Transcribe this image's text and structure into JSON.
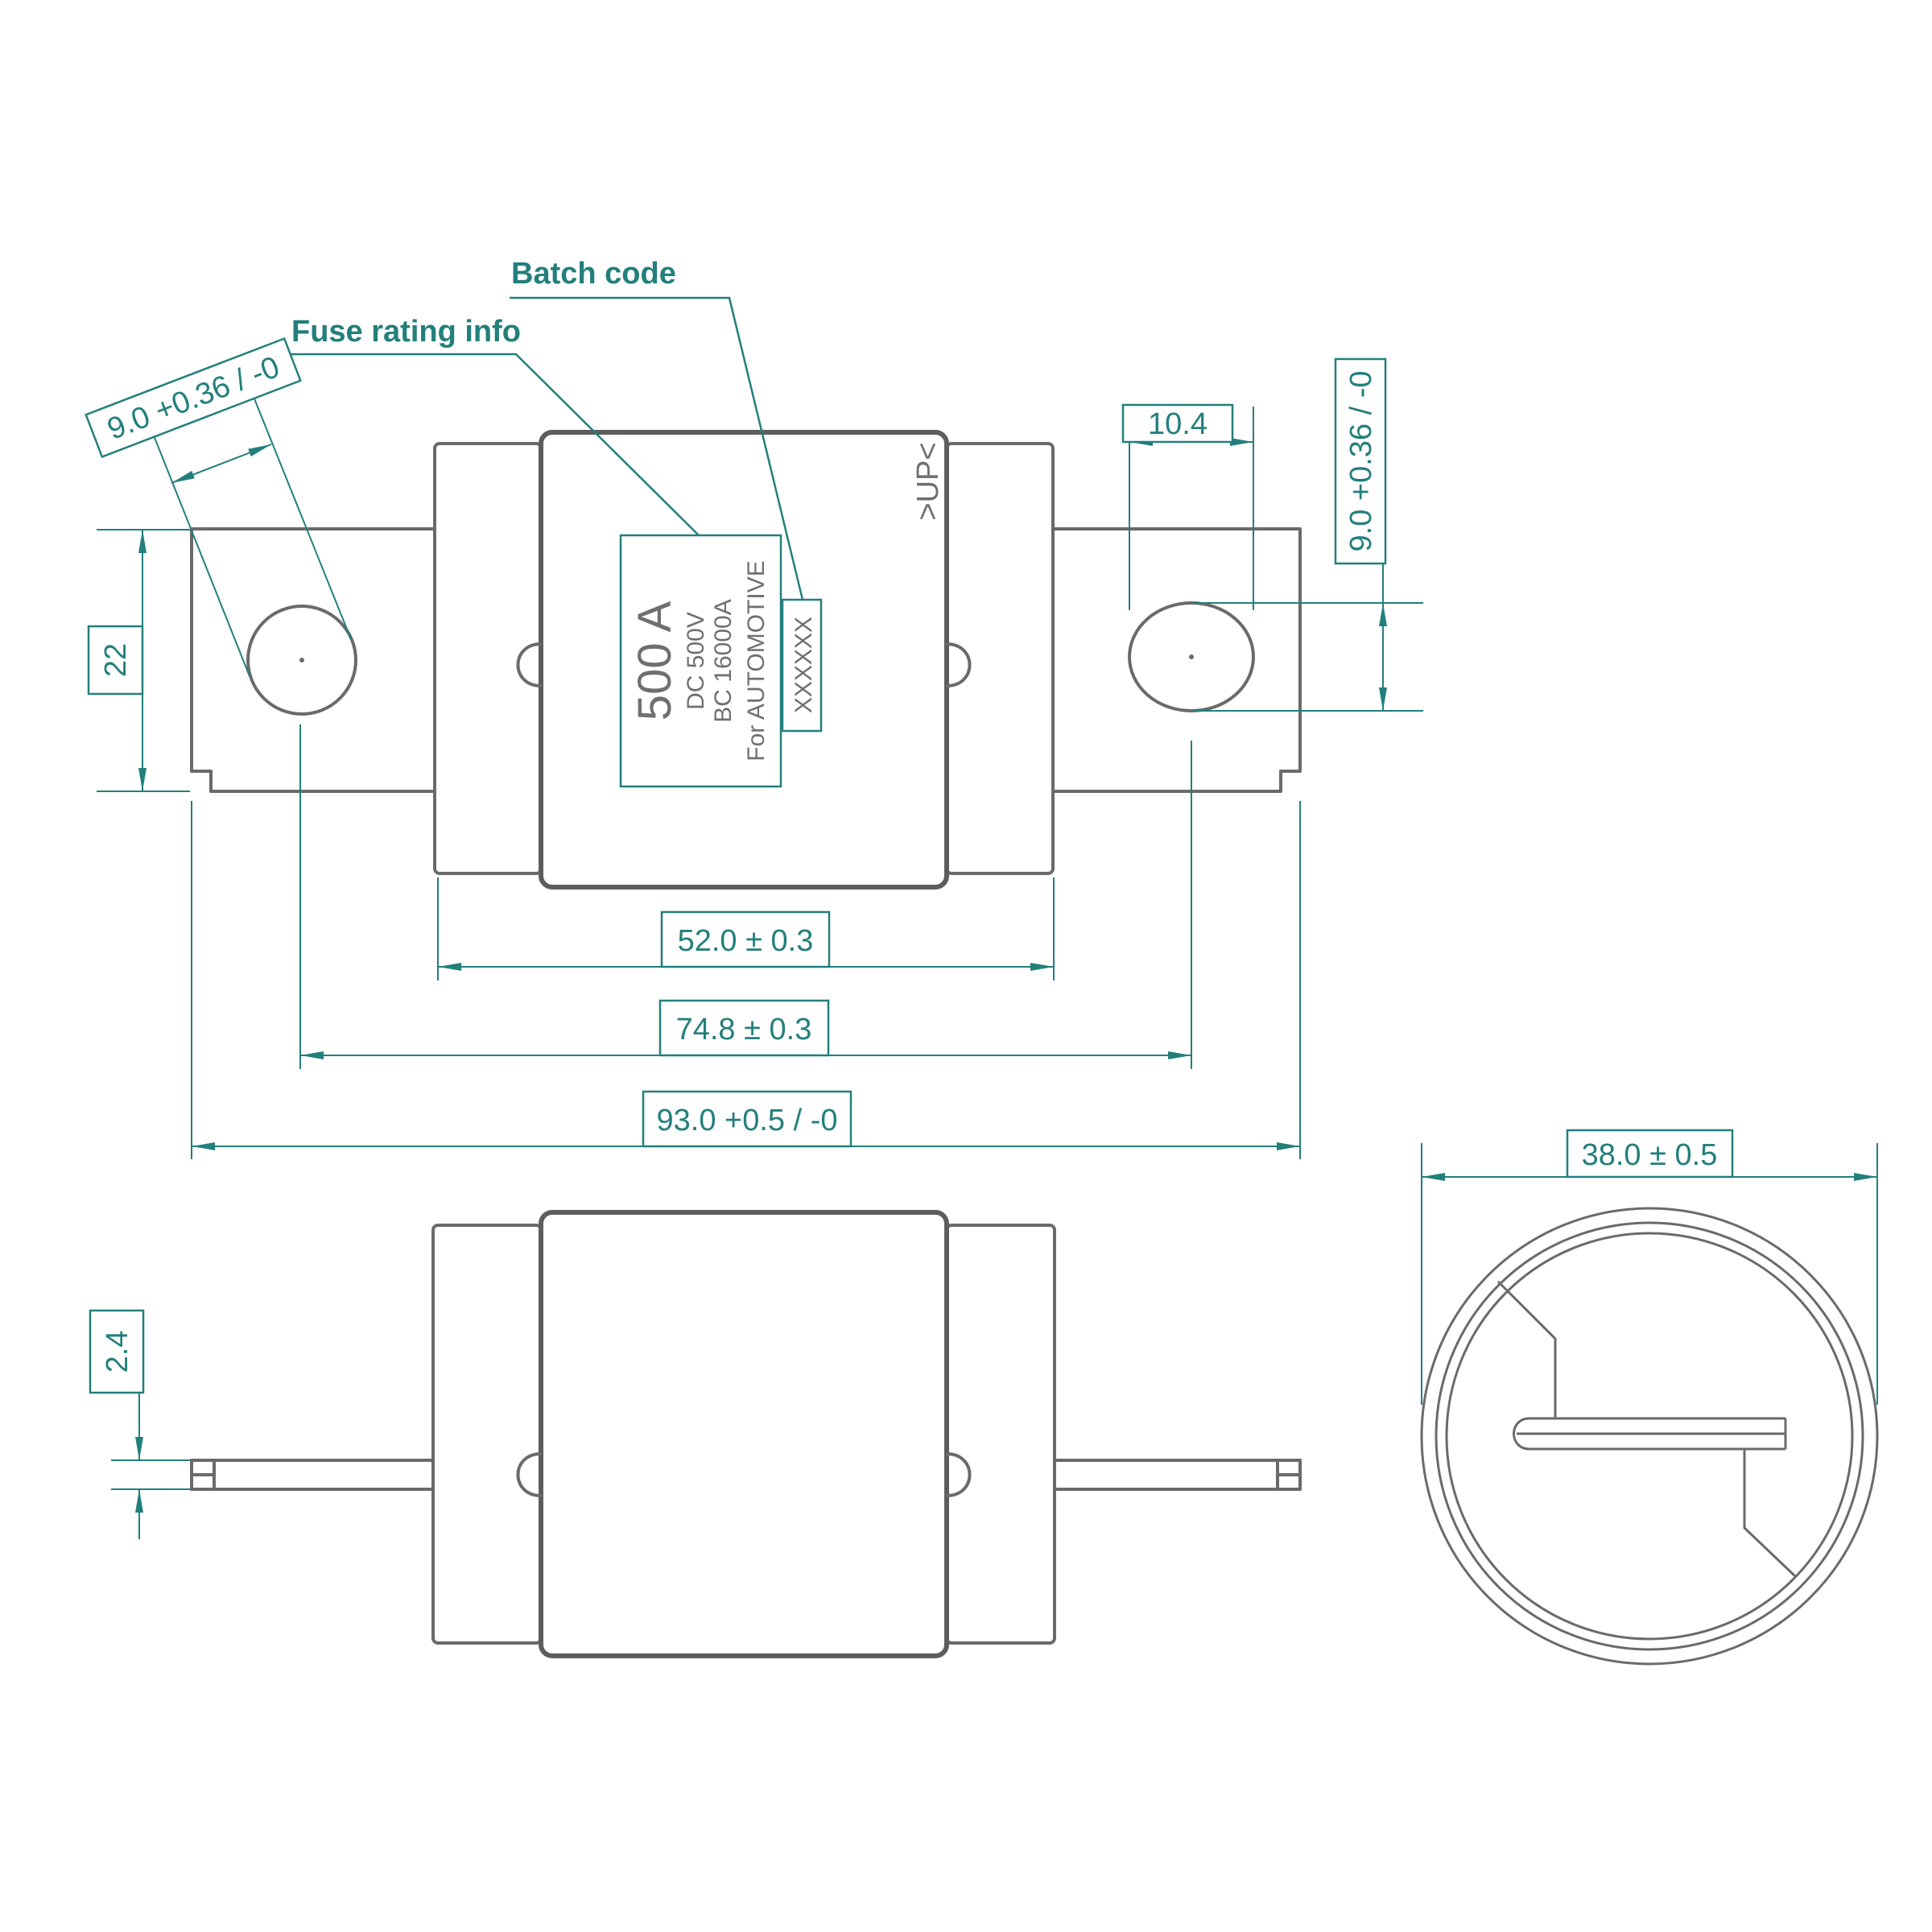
{
  "title": "Fuse outline technical drawing",
  "colors": {
    "dimension_teal": "#237f7c",
    "outline_gray": "#6a6a6a",
    "text_gray": "#6f6f6f"
  },
  "callouts": {
    "batch_code": "Batch code",
    "fuse_rating": "Fuse rating info"
  },
  "fuse_label": {
    "rating": "500 A",
    "voltage": "DC 500V",
    "breaking_capacity": "BC 16000A",
    "application": "For AUTOMOTIVE",
    "batch_placeholder": "XXXXXX",
    "orientation_marking": ">UP<"
  },
  "dimensions": {
    "left_hole_diameter": "9.0 +0.36 / -0",
    "terminal_width": "22",
    "right_hole_width": "10.4",
    "right_hole_height": "9.0 +0.36 / -0",
    "body_span": "52.0 ± 0.3",
    "hole_center_span": "74.8 ± 0.3",
    "overall_length": "93.0 +0.5 / -0",
    "body_diameter": "38.0 ± 0.5",
    "terminal_thickness": "2.4"
  }
}
